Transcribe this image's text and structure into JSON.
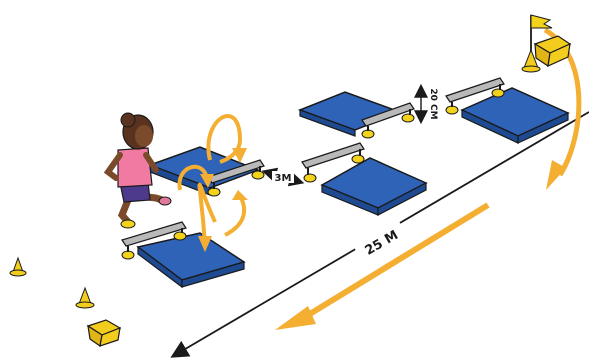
{
  "labels": {
    "distance_total": "25 M",
    "distance_gap": "3M",
    "hurdle_height": "20 CM"
  },
  "colors": {
    "mat": "#2f63b8",
    "mat_dark": "#1e4a91",
    "hurdle_bar": "#b9b9b9",
    "hurdle_foot": "#f2d21a",
    "cone": "#f3cd1e",
    "arrow": "#f4ae32",
    "skin": "#7a4a2a",
    "shirt": "#f07aa2",
    "shorts": "#4d3a8c",
    "outline": "#1a1a1a"
  },
  "icons": {
    "flag": "flag-icon",
    "basket": "basket-icon",
    "cone": "cone-icon",
    "child": "child-runner-figure"
  }
}
